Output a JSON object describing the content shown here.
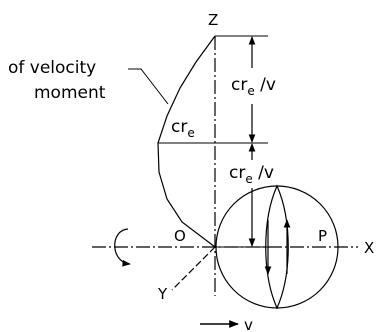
{
  "diagram": {
    "annotation": {
      "line1": "of velocity",
      "line2": "moment"
    },
    "labels": {
      "z_axis": "Z",
      "x_axis": "X",
      "y_axis": "Y",
      "origin": "O",
      "point_p": "P",
      "velocity": "v"
    },
    "dimension_upper": {
      "base": "cr",
      "subscript": "e",
      "rest": " /v"
    },
    "dimension_lower": {
      "base": "cr",
      "subscript": "e",
      "rest": " /v"
    },
    "curve_label": {
      "base": "cr",
      "subscript": "e"
    },
    "colors": {
      "line": "#000000",
      "background": "#ffffff"
    }
  }
}
